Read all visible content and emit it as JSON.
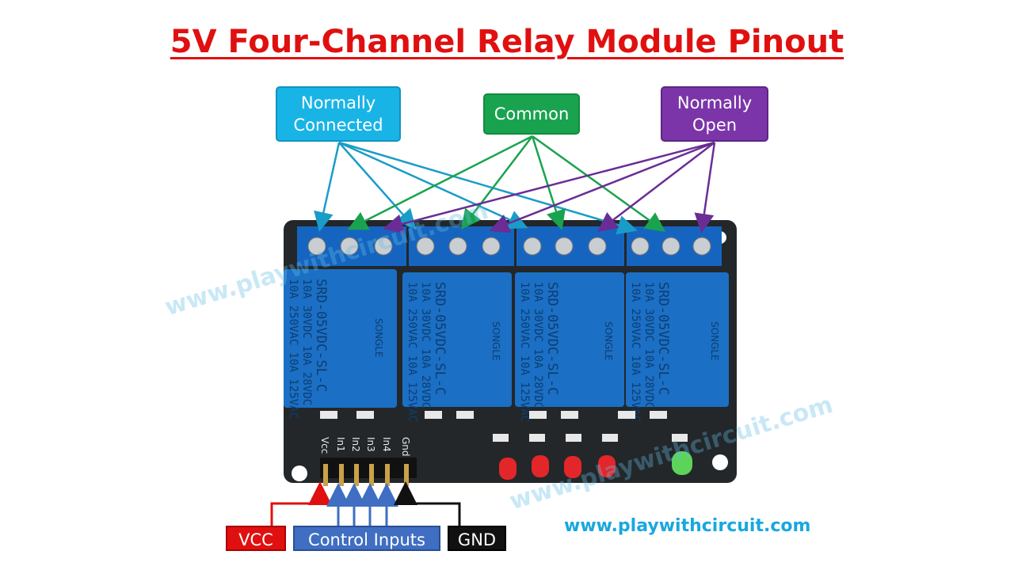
{
  "title": "5V Four-Channel Relay Module Pinout",
  "callouts": {
    "normally_connected": "Normally\nConnected",
    "common": "Common",
    "normally_open": "Normally\nOpen"
  },
  "bottom_labels": {
    "vcc": "VCC",
    "control_inputs": "Control Inputs",
    "gnd": "GND"
  },
  "website": "www.playwithcircuit.com",
  "watermark": "www.playwithcircuit.com",
  "relay_text": {
    "rating_line1": "10A 250VAC  10A 125VAC",
    "rating_line2": "10A 30VDC  10A 28VDC",
    "model": "SRD-05VDC-SL-C",
    "brand": "SONGLE"
  },
  "header_pins": [
    "Vcc",
    "In1",
    "In2",
    "In3",
    "In4",
    "Gnd"
  ],
  "colors": {
    "title": "#e01010",
    "normally_connected": "#19b4e6",
    "common": "#1aa34f",
    "normally_open": "#7b35a8",
    "vcc": "#e01010",
    "control_inputs": "#3f6ec2",
    "gnd": "#111111",
    "relay_body": "#1b6fc4",
    "terminal_block": "#1565c0",
    "pcb": "#1f2326"
  }
}
